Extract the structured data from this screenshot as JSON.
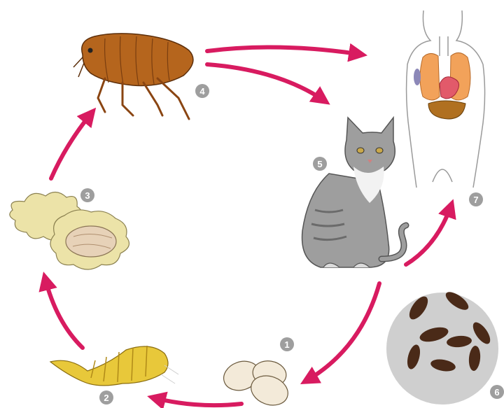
{
  "diagram": {
    "stages": [
      {
        "number": "1",
        "subject": "eggs"
      },
      {
        "number": "2",
        "subject": "larva"
      },
      {
        "number": "3",
        "subject": "pupae"
      },
      {
        "number": "4",
        "subject": "adult-flea"
      },
      {
        "number": "5",
        "subject": "cat"
      },
      {
        "number": "6",
        "subject": "flea-dirt-magnified"
      },
      {
        "number": "7",
        "subject": "human-body-organs"
      }
    ],
    "colors": {
      "arrow": "#d81b60",
      "badge": "#9e9e9e",
      "flea": "#b5651d",
      "cat": "#9e9e9e",
      "larva": "#e8c83a",
      "pupa": "#ece3a8",
      "egg": "#f3ead9",
      "lungs": "#f2a25a",
      "heart": "#e25a6a",
      "liver": "#b07020",
      "magnifier": "#cfcfcf",
      "dirt": "#4a2a18"
    }
  }
}
